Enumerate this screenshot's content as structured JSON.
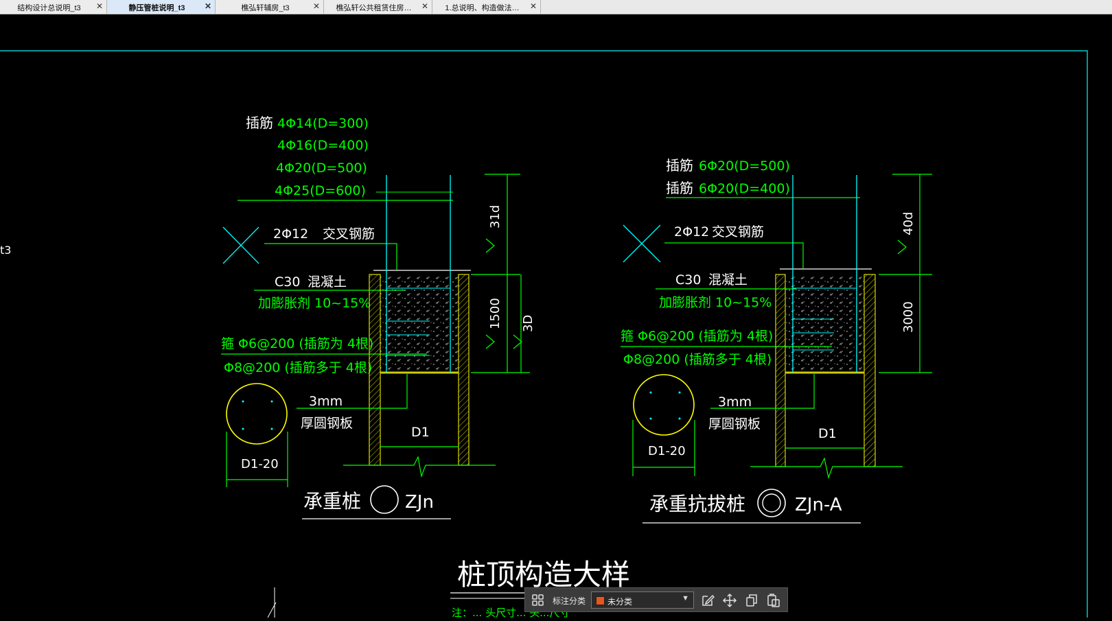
{
  "tabs": [
    {
      "label": "结构设计总说明_t3",
      "active": false
    },
    {
      "label": "静压管桩说明_t3",
      "active": true
    },
    {
      "label": "樵弘轩辅房_t3",
      "active": false
    },
    {
      "label": "樵弘轩公共租赁住房…",
      "active": false
    },
    {
      "label": "1.总说明、构造做法…",
      "active": false
    }
  ],
  "close_glyph": "✕",
  "left_edge_text": "t3",
  "drawing": {
    "left": {
      "dowel_label": "插筋",
      "dowels": [
        "4Φ14(D=300)",
        "4Φ16(D=400)",
        "4Φ20(D=500)",
        "4Φ25(D=600)"
      ],
      "cross_bar": "2Φ12",
      "cross_bar_name": "交叉钢筋",
      "concrete": "C30",
      "concrete_name": "混凝土",
      "additive": "加膨胀剂",
      "additive_ratio": "10~15%",
      "stirrup_1": "箍 Φ6@200 (插筋为 4根)",
      "stirrup_2": "Φ8@200 (插筋多于 4根)",
      "plate_thk": "3mm",
      "plate_name": "厚圆钢板",
      "d1": "D1",
      "d1_20": "D1-20",
      "dim_top": "31d",
      "dim_mid": "1500",
      "dim_right": "3D",
      "title": "承重桩",
      "code": "ZJn"
    },
    "right": {
      "dowel_label": "插筋",
      "dowels": [
        "6Φ20(D=500)",
        "6Φ20(D=400)"
      ],
      "cross_bar": "2Φ12",
      "cross_bar_name": "交叉钢筋",
      "concrete": "C30",
      "concrete_name": "混凝土",
      "additive": "加膨胀剂",
      "additive_ratio": "10~15%",
      "stirrup_1": "箍 Φ6@200 (插筋为 4根)",
      "stirrup_2": "Φ8@200 (插筋多于 4根)",
      "plate_thk": "3mm",
      "plate_name": "厚圆钢板",
      "d1": "D1",
      "d1_20": "D1-20",
      "dim_top": "40d",
      "dim_mid": "3000",
      "title": "承重抗拔桩",
      "code": "ZJn-A"
    },
    "main_title": "桩顶构造大样",
    "bottom_hint": "注：... 头尺寸... 头...尺寸"
  },
  "toolbar": {
    "annotation_label": "标注分类",
    "category_value": "未分类",
    "swatch_color": "#e8561b"
  },
  "colors": {
    "green": "#00ff00",
    "cyan": "#00ffff",
    "yellow": "#ffff00",
    "white": "#ffffff",
    "frame": "#00cccc"
  }
}
